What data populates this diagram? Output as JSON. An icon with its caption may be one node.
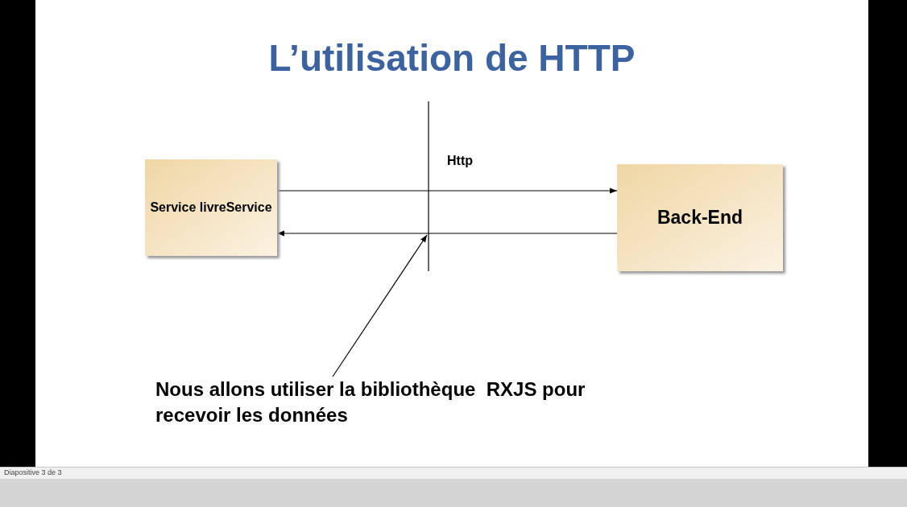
{
  "diagram": {
    "title": "L’utilisation de HTTP",
    "nodes": [
      {
        "text": [
          "Service livreService"
        ]
      },
      {
        "text": [
          "Back-End"
        ]
      },
      {
        "text": [
          "Nous allons utiliser la bibliothèque  RXJS pour recevoir les données"
        ]
      }
    ],
    "edges": [
      {
        "from": 0,
        "to": 1,
        "arrow": "to"
      },
      {
        "from": 1,
        "to": 0,
        "arrow": "to"
      },
      {
        "from": 2,
        "to": null,
        "arrow": "to"
      }
    ],
    "labels": [
      "Http",
      "Diapositive 3 de 3"
    ]
  }
}
